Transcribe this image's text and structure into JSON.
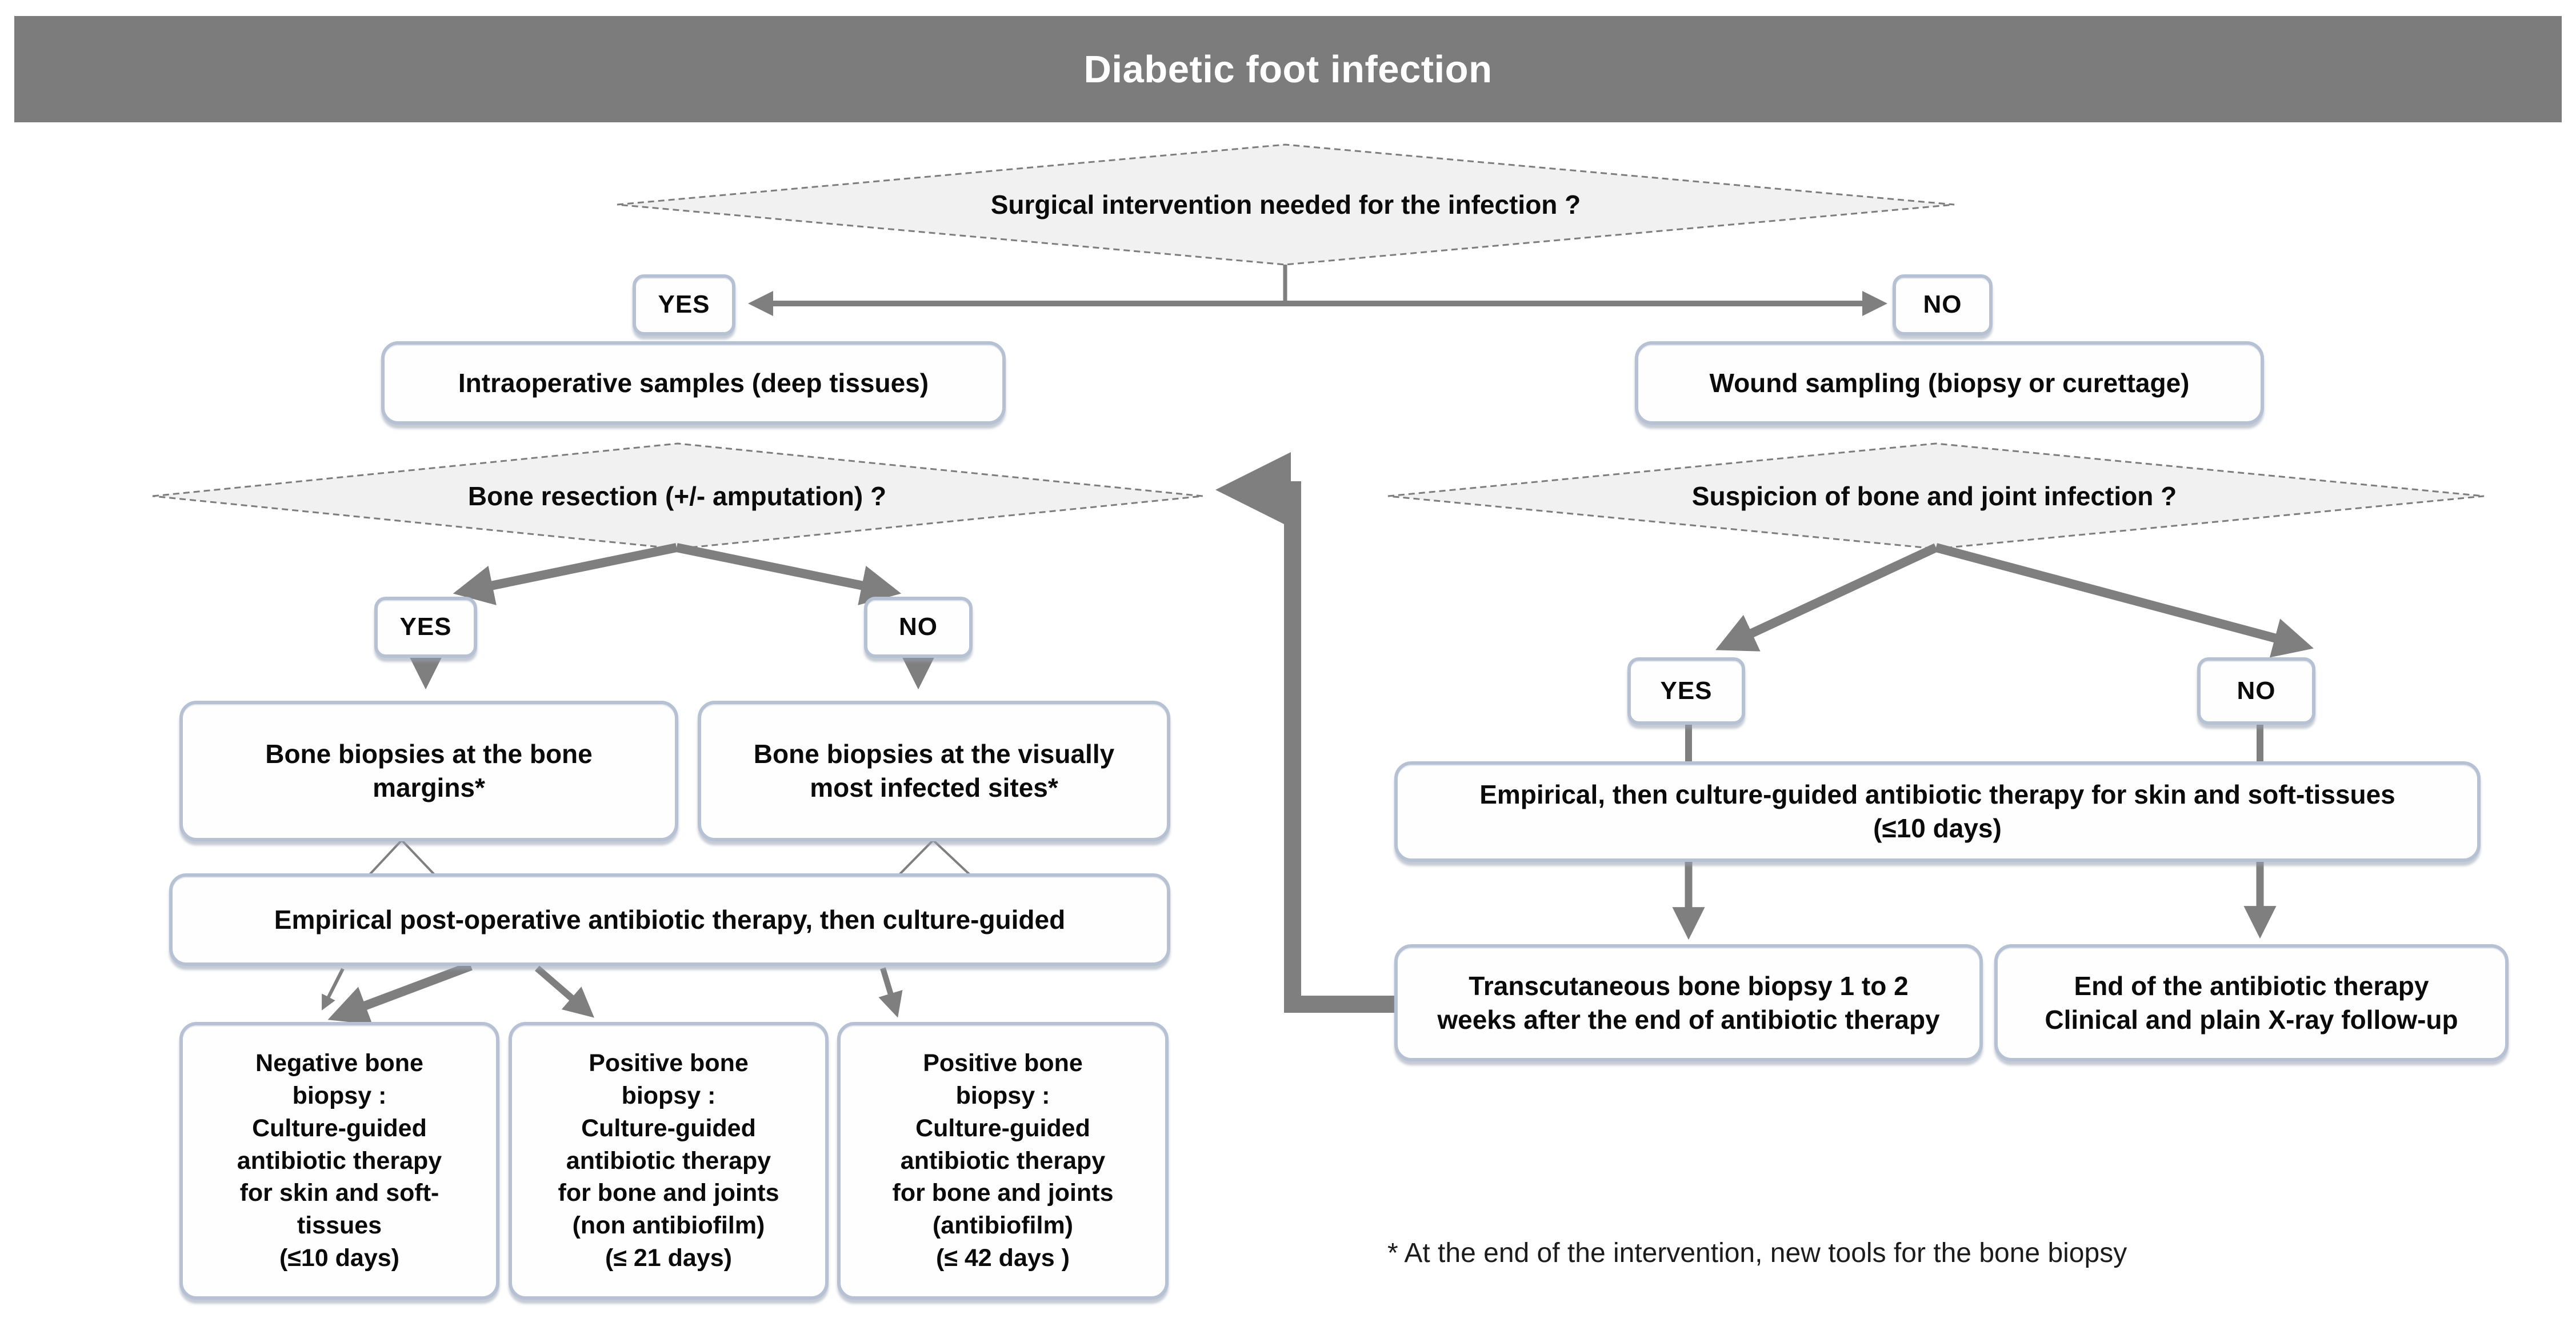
{
  "title": "Diabetic foot infection",
  "colors": {
    "banner_bg": "#7c7c7c",
    "banner_text": "#ffffff",
    "box_border": "#b6c2d3",
    "box_fill": "#fefefe",
    "diamond_fill": "#f1f1f1",
    "diamond_border": "#7d7d7d",
    "arrow": "#7f7f7f",
    "text": "#0b0b0b"
  },
  "nodes": {
    "q_surgical": "Surgical intervention needed for the infection ?",
    "yes1": "YES",
    "no1": "NO",
    "intraop": "Intraoperative samples (deep tissues)",
    "wound": "Wound sampling (biopsy or curettage)",
    "q_bone_resection": "Bone resection (+/- amputation) ?",
    "q_suspicion": "Suspicion of bone and joint infection ?",
    "yes2": "YES",
    "no2": "NO",
    "margins": "Bone biopsies at the bone\nmargins*",
    "visually": "Bone biopsies at the visually\nmost infected sites*",
    "empirical_postop": "Empirical post-operative antibiotic therapy, then culture-guided",
    "neg_biopsy": "Negative bone\nbiopsy :\nCulture-guided\nantibiotic therapy\nfor skin and soft-\ntissues\n(≤10 days)",
    "pos_biopsy_non": "Positive bone\nbiopsy :\nCulture-guided\nantibiotic therapy\nfor bone and joints\n(non antibiofilm)\n(≤ 21 days)",
    "pos_biopsy_anti": "Positive bone\nbiopsy :\nCulture-guided\nantibiotic therapy\nfor bone and joints\n(antibiofilm)\n(≤ 42 days )",
    "yes3": "YES",
    "no3": "NO",
    "empirical_right": "Empirical, then culture-guided antibiotic therapy for skin and soft-tissues\n(≤10 days)",
    "transcutaneous": "Transcutaneous bone biopsy 1 to 2\nweeks after the end of antibiotic therapy",
    "end_therapy": "End of the antibiotic therapy\nClinical and plain X-ray follow-up",
    "footnote": "* At the end of the intervention, new tools for the bone biopsy"
  }
}
